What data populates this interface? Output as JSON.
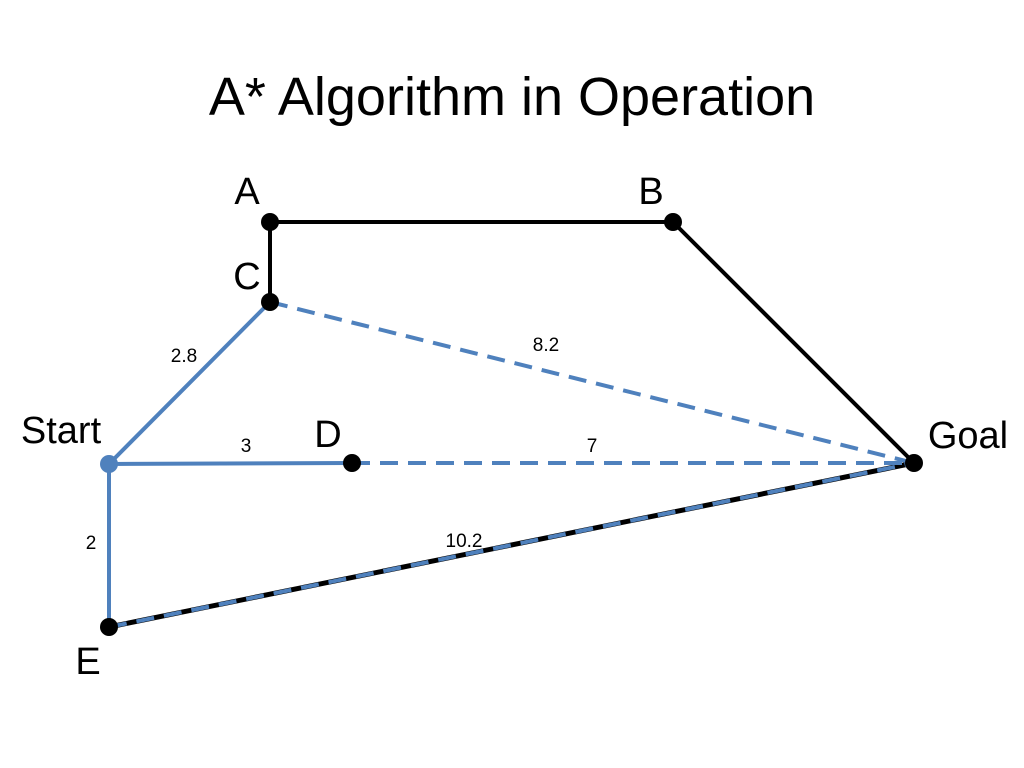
{
  "title": "A* Algorithm in Operation",
  "colors": {
    "path_blue": "#4f81bd",
    "edge_black": "#000000",
    "node_black": "#000000"
  },
  "nodes": {
    "A": "A",
    "B": "B",
    "C": "C",
    "D": "D",
    "E": "E",
    "Start": "Start",
    "Goal": "Goal"
  },
  "edge_labels": {
    "start_c": "2.8",
    "c_goal": "8.2",
    "start_d": "3",
    "d_goal": "7",
    "start_e": "2",
    "e_goal": "10.2"
  }
}
